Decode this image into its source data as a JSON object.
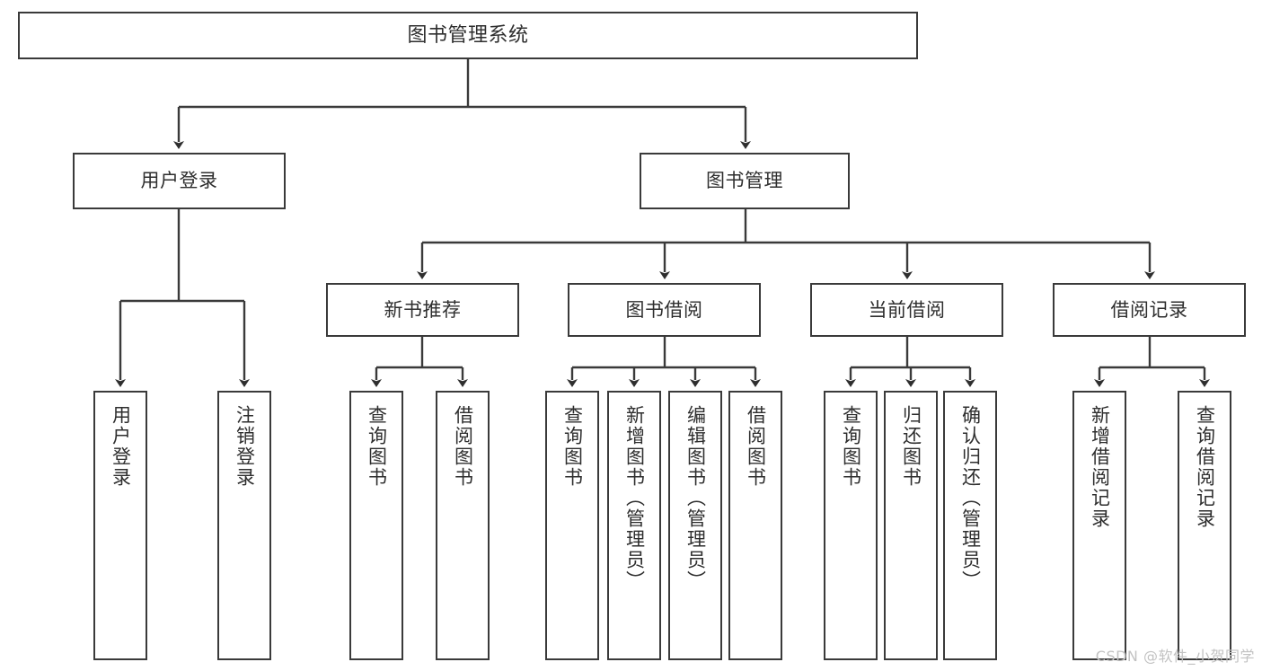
{
  "diagram": {
    "title": "图书管理系统",
    "type": "tree-hierarchy-diagram",
    "nodes": {
      "root": {
        "label": "图书管理系统"
      },
      "level2": [
        {
          "id": "user-login",
          "label": "用户登录"
        },
        {
          "id": "book-management",
          "label": "图书管理"
        }
      ],
      "level3": [
        {
          "id": "new-book-recommend",
          "label": "新书推荐"
        },
        {
          "id": "book-borrow",
          "label": "图书借阅"
        },
        {
          "id": "current-borrow",
          "label": "当前借阅"
        },
        {
          "id": "borrow-record",
          "label": "借阅记录"
        }
      ],
      "leaves": [
        {
          "id": "leaf-user-login",
          "label": "用户登录",
          "parent": "user-login"
        },
        {
          "id": "leaf-logout-login",
          "label": "注销登录",
          "parent": "user-login"
        },
        {
          "id": "leaf-query-book-1",
          "label": "查询图书",
          "parent": "new-book-recommend"
        },
        {
          "id": "leaf-borrow-book-1",
          "label": "借阅图书",
          "parent": "new-book-recommend"
        },
        {
          "id": "leaf-query-book-2",
          "label": "查询图书",
          "parent": "book-borrow"
        },
        {
          "id": "leaf-add-book",
          "label": "新增图书（管理员）",
          "parent": "book-borrow"
        },
        {
          "id": "leaf-edit-book",
          "label": "编辑图书（管理员）",
          "parent": "book-borrow"
        },
        {
          "id": "leaf-borrow-book-2",
          "label": "借阅图书",
          "parent": "book-borrow"
        },
        {
          "id": "leaf-query-book-3",
          "label": "查询图书",
          "parent": "current-borrow"
        },
        {
          "id": "leaf-return-book",
          "label": "归还图书",
          "parent": "current-borrow"
        },
        {
          "id": "leaf-confirm-return",
          "label": "确认归还（管理员）",
          "parent": "current-borrow"
        },
        {
          "id": "leaf-add-record",
          "label": "新增借阅记录",
          "parent": "borrow-record"
        },
        {
          "id": "leaf-query-record",
          "label": "查询借阅记录",
          "parent": "borrow-record"
        }
      ]
    },
    "colors": {
      "stroke": "#3a3a3a",
      "text": "#2e2e2e",
      "background": "#ffffff",
      "watermark": "#c2c2c2"
    }
  },
  "watermark": {
    "text": "CSDN @软件_小贺同学"
  }
}
